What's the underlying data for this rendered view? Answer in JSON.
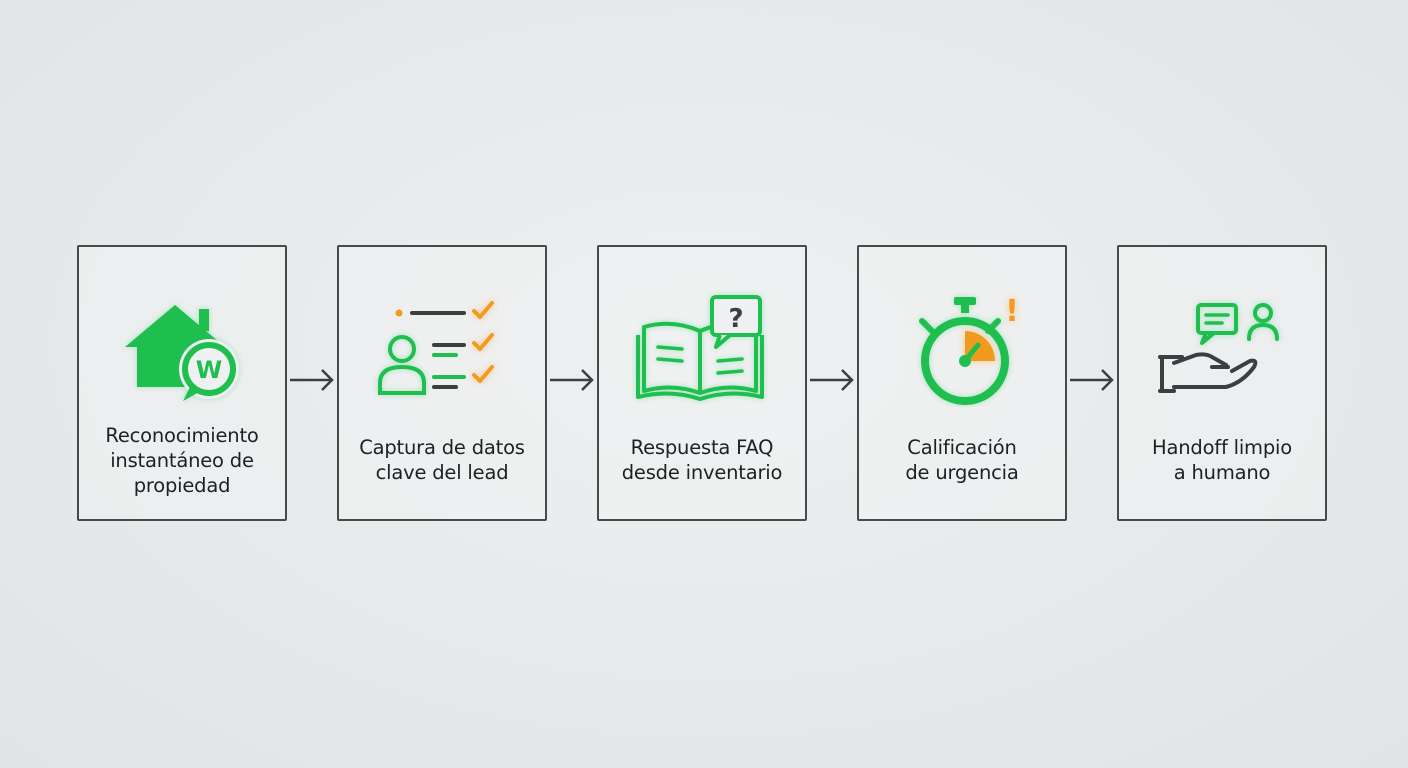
{
  "colors": {
    "green": "#1fbf4f",
    "orange": "#f29a1f",
    "dark": "#3c3f41",
    "border": "#474a4c"
  },
  "steps": [
    {
      "id": "property-recognition",
      "icon": "house-whatsapp-icon",
      "badge": "W",
      "lines": [
        "Reconocimiento",
        "instantáneo de",
        "propiedad"
      ]
    },
    {
      "id": "lead-capture",
      "icon": "user-checklist-icon",
      "lines": [
        "Captura de datos",
        "clave del lead"
      ]
    },
    {
      "id": "faq-response",
      "icon": "book-question-icon",
      "badge": "?",
      "lines": [
        "Respuesta FAQ",
        "desde inventario"
      ]
    },
    {
      "id": "urgency-qualification",
      "icon": "stopwatch-alert-icon",
      "badge": "!",
      "lines": [
        "Calificación",
        "de urgencia"
      ]
    },
    {
      "id": "human-handoff",
      "icon": "hand-chat-person-icon",
      "lines": [
        "Handoff limpio",
        "a humano"
      ]
    }
  ]
}
